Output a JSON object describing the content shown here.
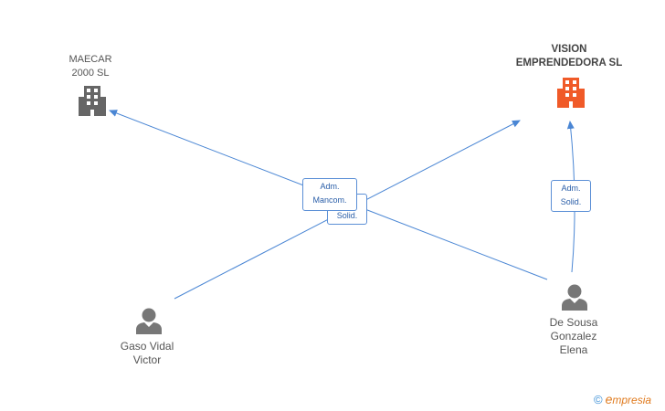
{
  "nodes": {
    "maecar": {
      "name": "MAECAR\n2000  SL",
      "icon": "building-icon",
      "color": "#666666"
    },
    "vision": {
      "name": "VISION\nEMPRENDEDORA SL",
      "icon": "building-icon",
      "color": "#f05a28"
    },
    "gaso": {
      "name": "Gaso Vidal\nVictor",
      "icon": "person-icon",
      "color": "#777777"
    },
    "desousa": {
      "name": "De Sousa\nGonzalez\nElena",
      "icon": "person-icon",
      "color": "#777777"
    }
  },
  "relations": {
    "adm_mancom": "Adm.\nMancom.",
    "solid_center": "Solid.",
    "adm_solid": "Adm.\nSolid."
  },
  "edge_color": "#4a86d4",
  "footer": {
    "copyright": "©",
    "brand": "mpresia",
    "brand_initial": "e"
  }
}
